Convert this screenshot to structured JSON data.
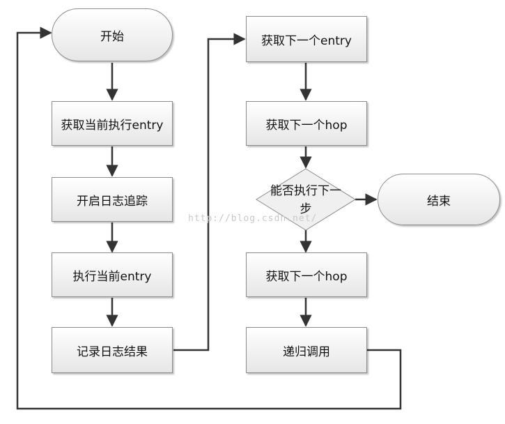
{
  "nodes": {
    "start": "开始",
    "get_current_entry": "获取当前执行entry",
    "open_log_trace": "开启日志追踪",
    "exec_current_entry": "执行当前entry",
    "record_log_result": "记录日志结果",
    "get_next_entry": "获取下一个entry",
    "get_next_hop_1": "获取下一个hop",
    "can_exec_next_step": "能否执行下一步",
    "end": "结束",
    "get_next_hop_2": "获取下一个hop",
    "recursive_call": "递归调用"
  },
  "watermark": "http://blog.csdn.net/"
}
